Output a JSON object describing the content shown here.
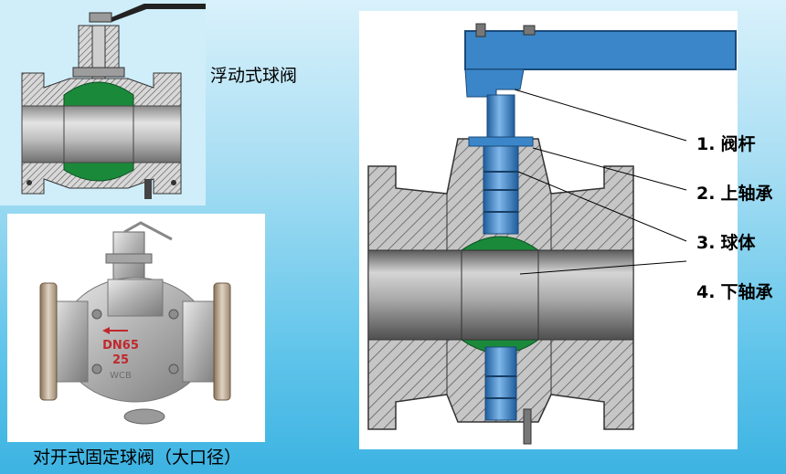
{
  "captions": {
    "floating": "浮动式球阀",
    "fixed": "对开式固定球阀（大口径）"
  },
  "valve_marking": {
    "line1": "DN65",
    "line2": "25",
    "line3": "WCB"
  },
  "labels": [
    {
      "num": "1.",
      "text": "阀杆"
    },
    {
      "num": "2.",
      "text": "上轴承"
    },
    {
      "num": "3.",
      "text": "球体"
    },
    {
      "num": "4.",
      "text": "下轴承"
    }
  ],
  "colors": {
    "handle": "#3a86c8",
    "stem": "#4a8fd0",
    "ball_seal": "#1a8a3a",
    "hatch": "#555555",
    "body_metal": "#b9b9b9"
  }
}
